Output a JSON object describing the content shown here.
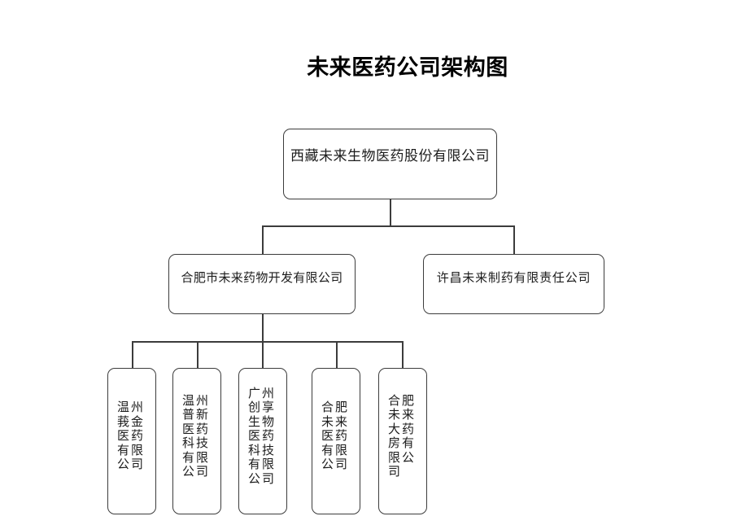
{
  "page": {
    "title": "未来医药公司架构图",
    "background": "#ffffff"
  },
  "org_chart": {
    "type": "org-tree",
    "root": {
      "name": "西藏未来生物医药股份有限公司"
    },
    "subsidiaries": [
      {
        "name": "合肥市未来药物开发有限公司",
        "children": [
          {
            "name": "温州莪金医药有限公司"
          },
          {
            "name": "温州普新医药科技有限公司"
          },
          {
            "name": "广州创享生物医药科技有限公司"
          },
          {
            "name": "合肥未来医药有限公司"
          },
          {
            "name": "合肥未来大药房有限公司"
          }
        ]
      },
      {
        "name": "许昌未来制药有限责任公司",
        "children": []
      }
    ]
  },
  "colors": {
    "box_border": "#3c3c3c",
    "connector_line": "#3c3c3c",
    "text": "#1c1c1c",
    "title_text": "#000000"
  }
}
